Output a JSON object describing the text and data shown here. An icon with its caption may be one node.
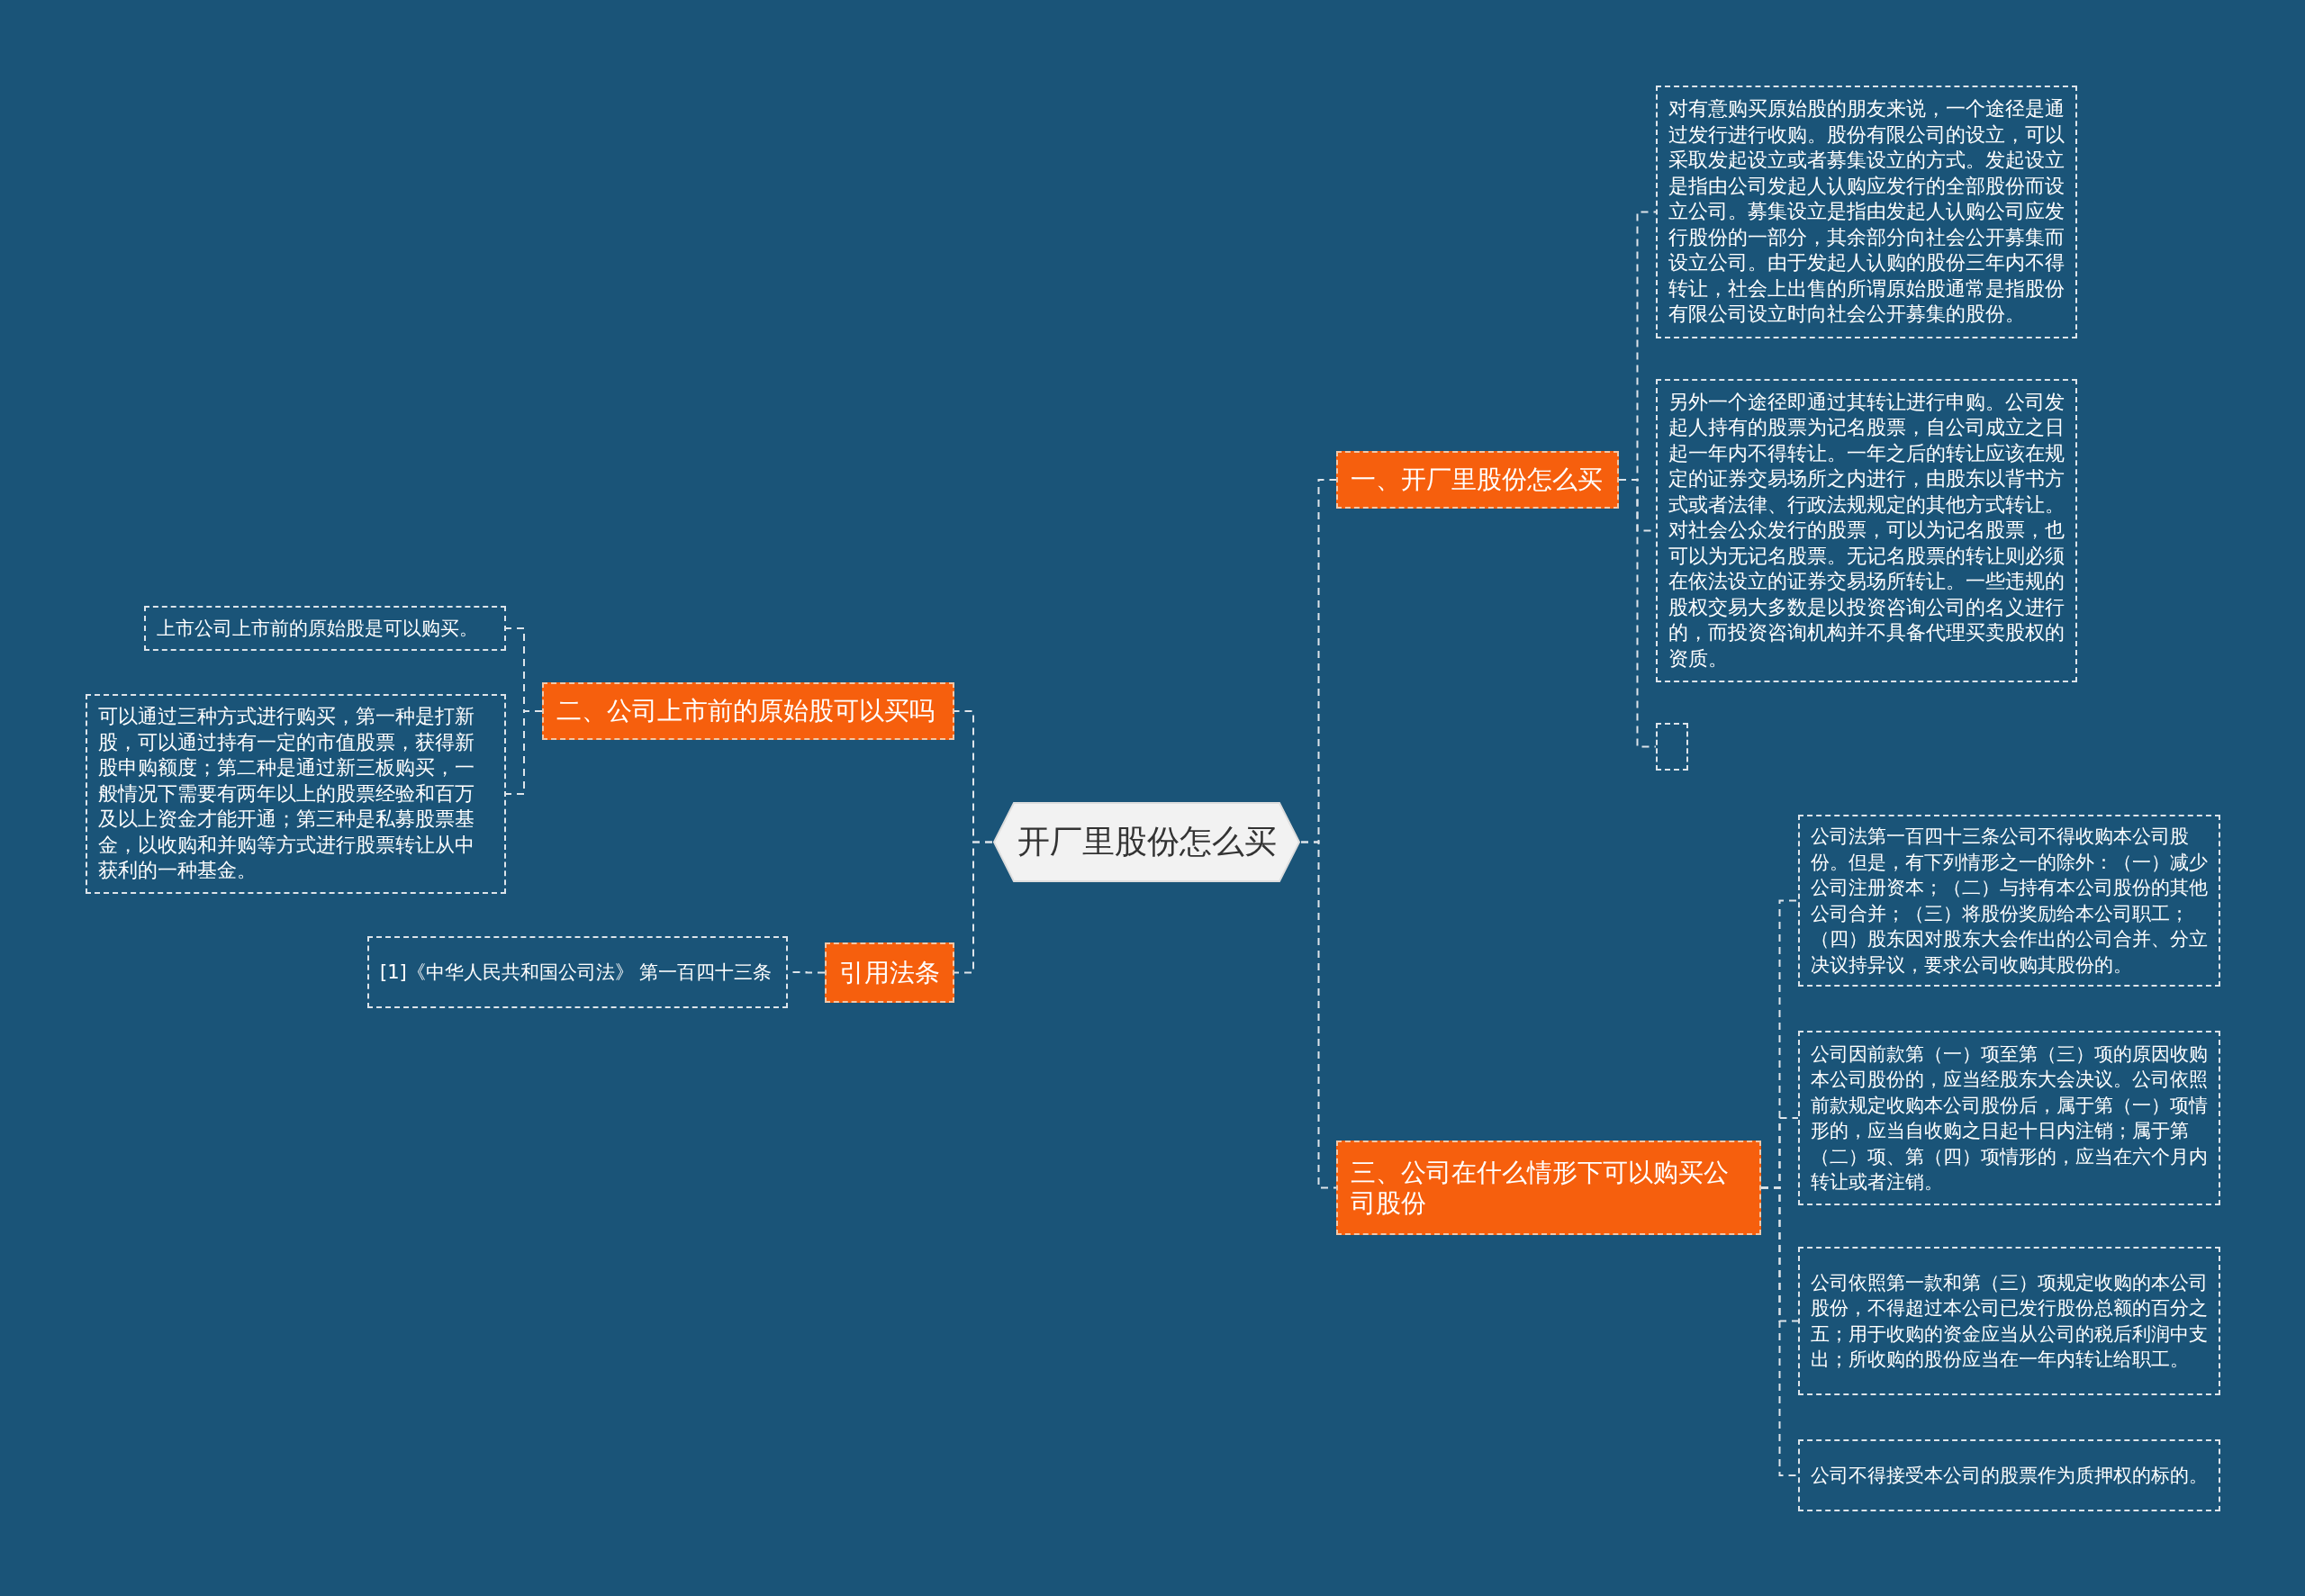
{
  "diagram": {
    "nodes": [
      {
        "text": [
          "开厂里股份怎么买"
        ]
      },
      {
        "text": [
          "一、开厂里股份怎么买"
        ]
      },
      {
        "text": [
          "对有意购买原始股的朋友来说，一个途径是通过发行进行收购。股份有限公司的设立，可以采取发起设立或者募集设立的方式。发起设立是指由公司发起人认购应发行的全部股份而设立公司。募集设立是指由发起人认购公司应发行股份的一部分，其余部分向社会公开募集而设立公司。由于发起人认购的股份三年内不得转让，社会上出售的所谓原始股通常是指股份有限公司设立时向社会公开募集的股份。"
        ]
      },
      {
        "text": [
          "另外一个途径即通过其转让进行申购。公司发起人持有的股票为记名股票，自公司成立之日起一年内不得转让。一年之后的转让应该在规定的证券交易场所之内进行，由股东以背书方式或者法律、行政法规规定的其他方式转让。对社会公众发行的股票，可以为记名股票，也可以为无记名股票。无记名股票的转让则必须在依法设立的证券交易场所转让。一些违规的股权交易大多数是以投资咨询公司的名义进行的，而投资咨询机构并不具备代理买卖股权的资质。"
        ]
      },
      {
        "text": [],
        "shape": "box"
      },
      {
        "text": [
          "二、公司上市前的原始股可以买吗"
        ]
      },
      {
        "text": [
          "上市公司上市前的原始股是可以购买。"
        ]
      },
      {
        "text": [
          "可以通过三种方式进行购买，第一种是打新股，可以通过持有一定的市值股票，获得新股申购额度；第二种是通过新三板购买，一般情况下需要有两年以上的股票经验和百万及以上资金才能开通；第三种是私募股票基金，以收购和并购等方式进行股票转让从中获利的一种基金。"
        ]
      },
      {
        "text": [
          "引用法条"
        ]
      },
      {
        "text": [
          "[1]《中华人民共和国公司法》 第一百四十三条"
        ]
      },
      {
        "text": [
          "三、公司在什么情形下可以购买公司股份"
        ]
      },
      {
        "text": [
          "公司法第一百四十三条公司不得收购本公司股份。但是，有下列情形之一的除外：（一）减少公司注册资本；（二）与持有本公司股份的其他公司合并；（三）将股份奖励给本公司职工；（四）股东因对股东大会作出的公司合并、分立决议持异议，要求公司收购其股份的。"
        ]
      },
      {
        "text": [
          "公司因前款第（一）项至第（三）项的原因收购本公司股份的，应当经股东大会决议。公司依照前款规定收购本公司股份后，属于第（一）项情形的，应当自收购之日起十日内注销；属于第（二）项、第（四）项情形的，应当在六个月内转让或者注销。"
        ]
      },
      {
        "text": [
          "公司依照第一款和第（三）项规定收购的本公司股份，不得超过本公司已发行股份总额的百分之五；用于收购的资金应当从公司的税后利润中支出；所收购的股份应当在一年内转让给职工。"
        ]
      },
      {
        "text": [
          "公司不得接受本公司的股票作为质押权的标的。"
        ]
      }
    ],
    "edges": [
      {
        "from": 0,
        "to": 1,
        "arrow": "none",
        "style": "dashed"
      },
      {
        "from": 1,
        "to": 2,
        "arrow": "none",
        "style": "dashed"
      },
      {
        "from": 1,
        "to": 3,
        "arrow": "none",
        "style": "dashed"
      },
      {
        "from": 1,
        "to": 4,
        "arrow": "none",
        "style": "dashed"
      },
      {
        "from": 0,
        "to": 5,
        "arrow": "none",
        "style": "dashed"
      },
      {
        "from": 5,
        "to": 6,
        "arrow": "none",
        "style": "dashed"
      },
      {
        "from": 5,
        "to": 7,
        "arrow": "none",
        "style": "dashed"
      },
      {
        "from": 0,
        "to": 8,
        "arrow": "none",
        "style": "dashed"
      },
      {
        "from": 8,
        "to": 9,
        "arrow": "none",
        "style": "dashed"
      },
      {
        "from": 0,
        "to": 10,
        "arrow": "none",
        "style": "dashed"
      },
      {
        "from": 10,
        "to": 11,
        "arrow": "none",
        "style": "dashed"
      },
      {
        "from": 10,
        "to": 12,
        "arrow": "none",
        "style": "dashed"
      },
      {
        "from": 10,
        "to": 13,
        "arrow": "none",
        "style": "dashed"
      },
      {
        "from": 10,
        "to": 14,
        "arrow": "none",
        "style": "dashed"
      }
    ]
  }
}
